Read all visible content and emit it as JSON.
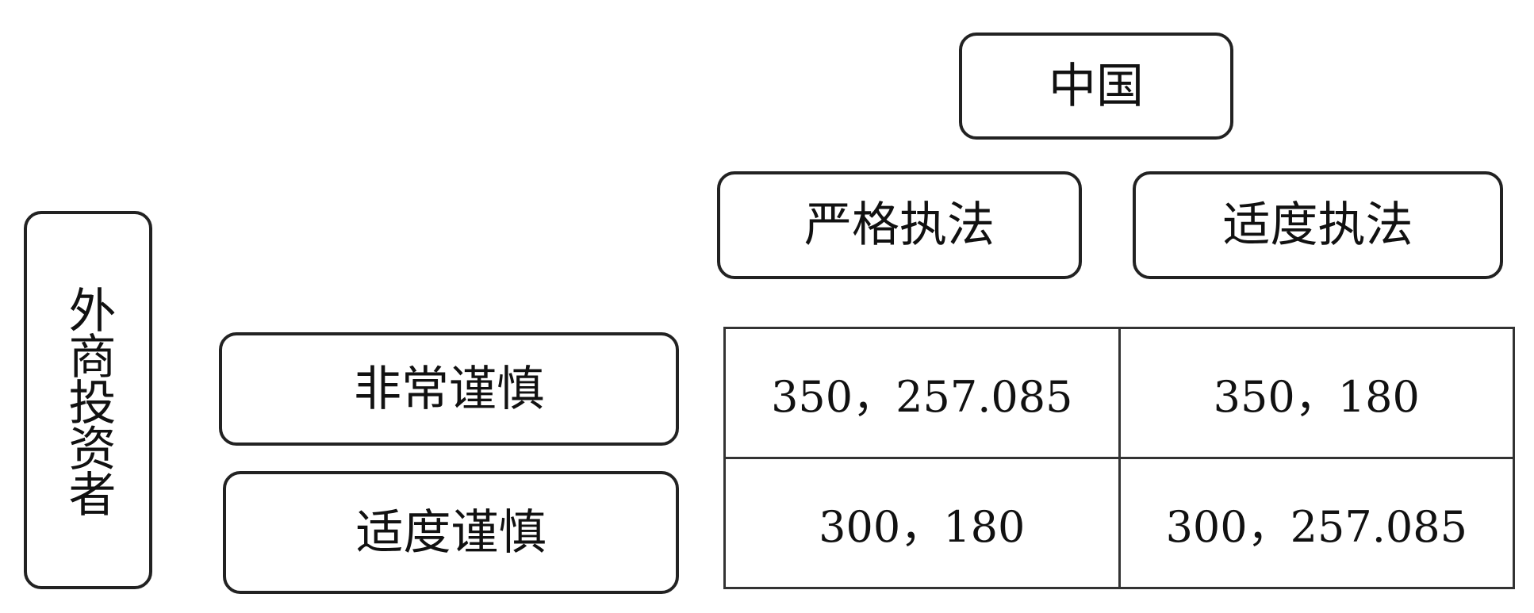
{
  "column_player": {
    "label": "中国",
    "strategies": [
      "严格执法",
      "适度执法"
    ]
  },
  "row_player": {
    "label": "外商投资者",
    "strategies": [
      "非常谨慎",
      "适度谨慎"
    ]
  },
  "payoffs": [
    [
      "350，257.085",
      "350，180"
    ],
    [
      "300，180",
      "300，257.085"
    ]
  ]
}
